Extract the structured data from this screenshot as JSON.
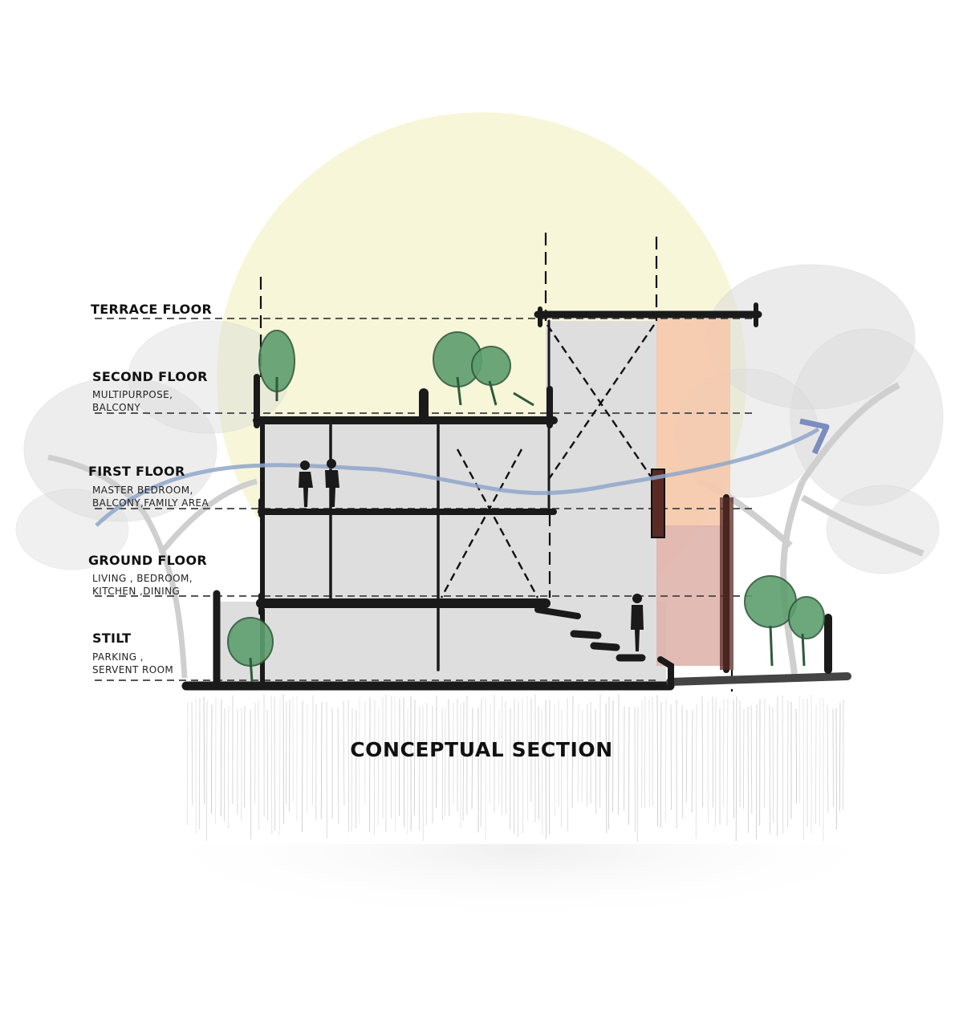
{
  "diagram": {
    "caption": "CONCEPTUAL SECTION",
    "levels": [
      {
        "id": "terrace",
        "name": "TERRACE FLOOR",
        "description": []
      },
      {
        "id": "second",
        "name": "SECOND FLOOR",
        "description": [
          "MULTIPURPOSE,",
          "BALCONY"
        ]
      },
      {
        "id": "first",
        "name": "FIRST FLOOR",
        "description": [
          "MASTER BEDROOM,",
          "BALCONY,FAMILY AREA"
        ]
      },
      {
        "id": "ground",
        "name": "GROUND FLOOR",
        "description": [
          "LIVING , BEDROOM,",
          "KITCHEN ,DINING"
        ]
      },
      {
        "id": "stilt",
        "name": "STILT",
        "description": [
          "PARKING ,",
          "SERVENT ROOM"
        ]
      }
    ]
  },
  "colors": {
    "sun": "#f7f6d8",
    "building_fill": "#dededf",
    "structure": "#1a1a1a",
    "tree_canopy": "#5e9e6e",
    "shaft_upper": "#f5c9ac",
    "shaft_lower": "#e0b4ad",
    "wall_brown": "#5a2a24",
    "wind_arrow": "#8fa6c9",
    "arrow_head": "#7d8cbf",
    "ground_line": "#444444",
    "background_tree": "#dcdcdc"
  },
  "icons": [
    "wind-arrow-icon",
    "tree-icon",
    "person-icon",
    "sun-icon"
  ]
}
